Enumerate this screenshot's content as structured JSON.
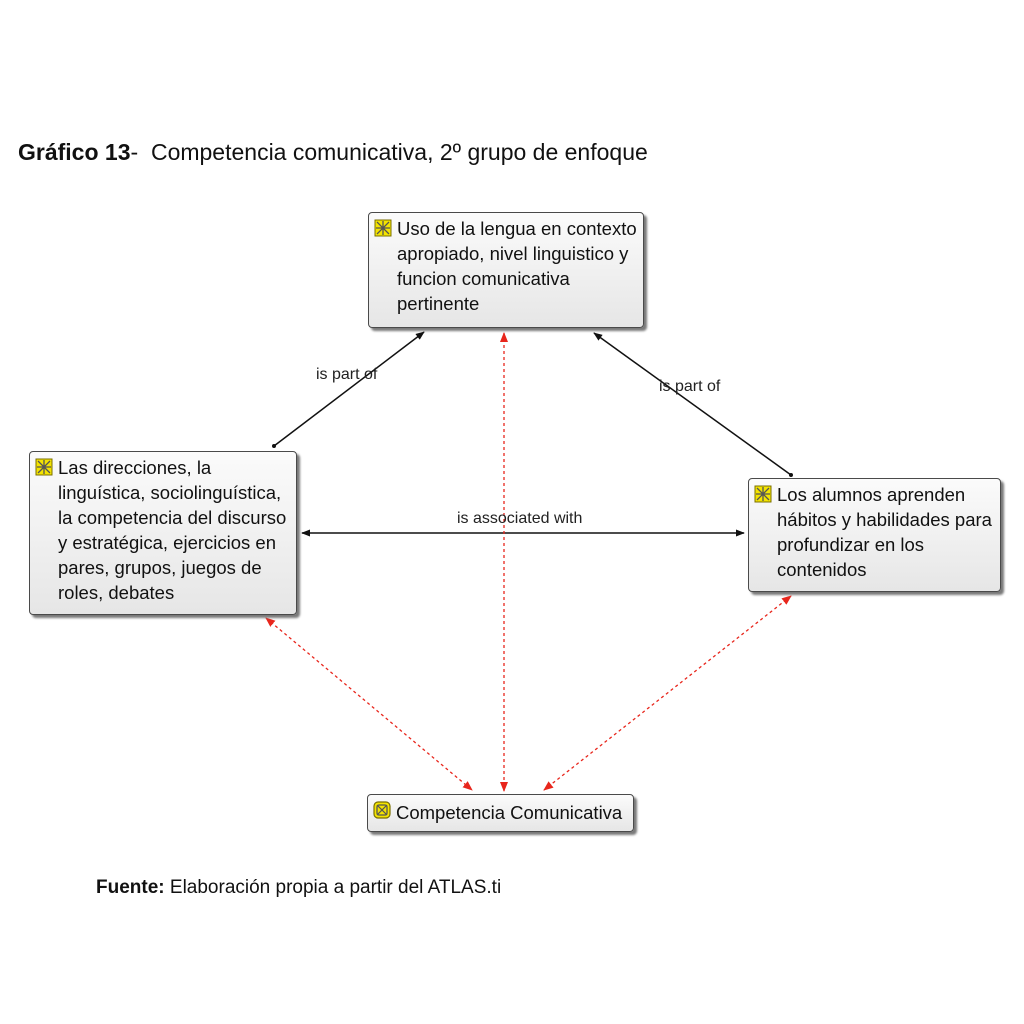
{
  "caption": {
    "prefix": "Gráfico 13",
    "sep": "-",
    "text": "Competencia comunicativa, 2º grupo de enfoque"
  },
  "nodes": {
    "top": "Uso de la lengua en contexto apropiado, nivel linguistico y funcion comunicativa pertinente",
    "left": "Las direcciones, la linguística, sociolinguística, la competencia del discurso y estratégica, ejercicios en pares, grupos, juegos de roles, debates",
    "right": "Los alumnos aprenden hábitos y habilidades para profundizar en los contenidos",
    "bottom": "Competencia Comunicativa"
  },
  "links": {
    "left_to_top": "is part of",
    "right_to_top": "is part of",
    "left_right": "is associated with"
  },
  "colors": {
    "link": "#111111",
    "dashed_link": "#e8261c",
    "icon_fill": "#f4e400"
  },
  "icons": {
    "node": "code-family-icon",
    "central": "network-icon"
  },
  "footer": {
    "label": "Fuente:",
    "text": "Elaboración propia a partir del ATLAS.ti"
  }
}
